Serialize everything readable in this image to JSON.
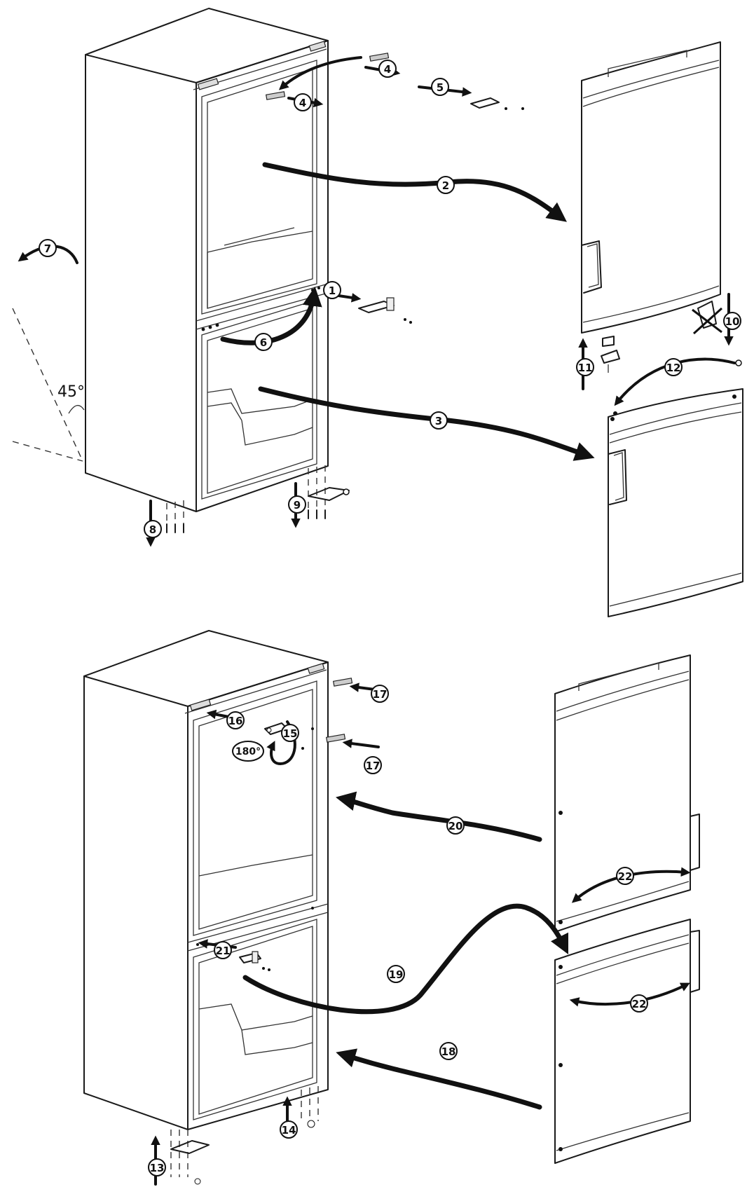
{
  "angle_label": "45°",
  "rotation_label": "180°",
  "steps": [
    "1",
    "2",
    "3",
    "4",
    "5",
    "6",
    "7",
    "8",
    "9",
    "10",
    "11",
    "12",
    "13",
    "14",
    "15",
    "16",
    "17",
    "18",
    "19",
    "20",
    "21",
    "22"
  ]
}
